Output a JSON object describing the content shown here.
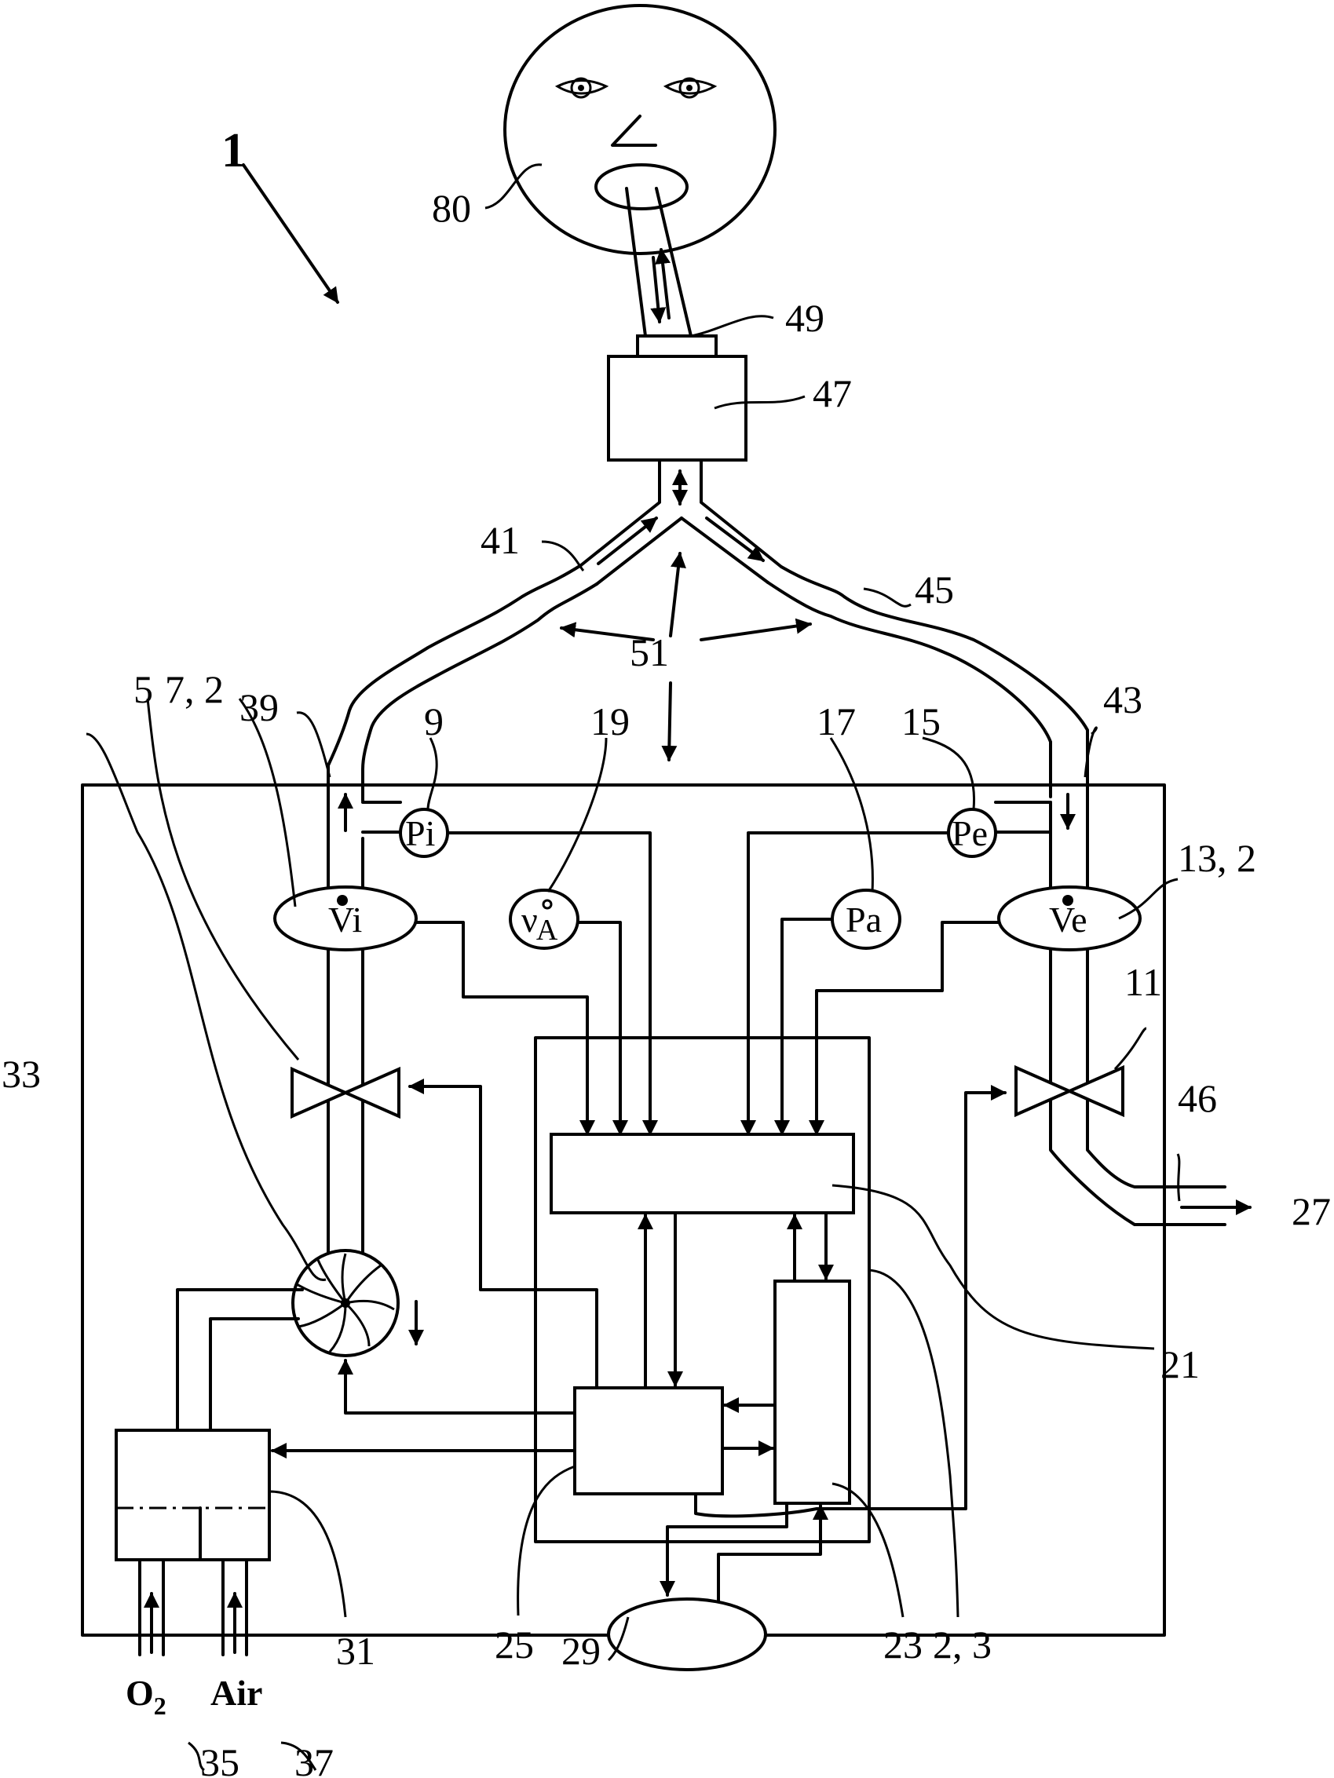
{
  "figure": {
    "number": "1",
    "labels": {
      "patient": "80",
      "adapter": "49",
      "humidifier": "47",
      "insp_hose": "41",
      "exp_hose": "45",
      "hose_system": "51",
      "insp_port": "39",
      "exp_port": "43",
      "insp_valve": "5",
      "insp_flow_sensor": "7, 2",
      "insp_pressure_ref": "9",
      "oxygen_sensor_ref": "19",
      "ambient_pressure_ref": "17",
      "exp_pressure_ref": "15",
      "exp_flow_sensor": "13, 2",
      "exp_valve": "11",
      "outlet": "46",
      "exhaust": "27",
      "blower": "33",
      "evaluation_unit": "21",
      "mixer": "31",
      "control_unit": "25",
      "memory": "23",
      "device": "2, 3",
      "display": "29",
      "oxygen_ref": "35",
      "air_ref": "37"
    },
    "sensor_text": {
      "pi": "Pi",
      "pe": "Pe",
      "pa": "Pa",
      "vi": "Vi",
      "ve": "Ve",
      "va_nu": "ν",
      "va_sub": "A"
    },
    "gas_inputs": {
      "o2": "O",
      "o2_sub": "2",
      "air": "Air"
    }
  }
}
